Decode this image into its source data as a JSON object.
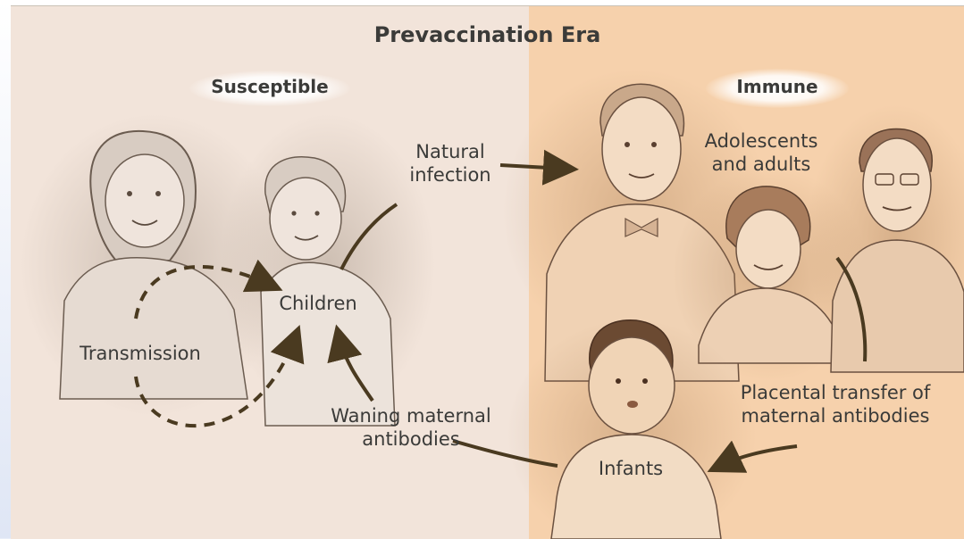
{
  "title": "Prevaccination Era",
  "headings": {
    "left": "Susceptible",
    "right": "Immune"
  },
  "labels": {
    "natural_infection": [
      "Natural",
      "infection"
    ],
    "adolescents": [
      "Adolescents",
      "and adults"
    ],
    "children": "Children",
    "transmission": "Transmission",
    "waning": [
      "Waning maternal",
      "antibodies"
    ],
    "placental": [
      "Placental transfer of",
      "maternal antibodies"
    ],
    "infants": "Infants"
  },
  "colors": {
    "left_panel": "#f2e4da",
    "right_panel": "#f6d1ac",
    "arrow": "#4a3a20",
    "text": "#3a3a38"
  }
}
